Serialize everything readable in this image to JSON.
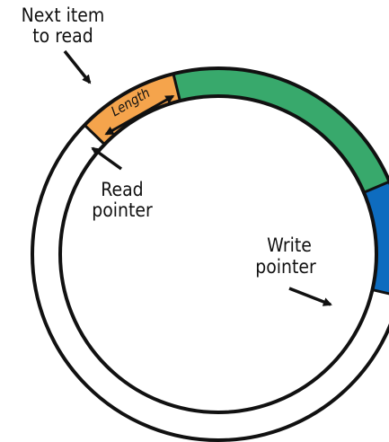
{
  "labels": {
    "next_item_line1": "Next item",
    "next_item_line2": "to read",
    "length": "Length",
    "read_line1": "Read",
    "read_line2": "pointer",
    "write_line1": "Write",
    "write_line2": "pointer"
  },
  "colors": {
    "length_segment": "#f5a44c",
    "data_segment": "#38a96c",
    "write_segment": "#0e6cbf",
    "ring_stroke": "#111111",
    "background": "#ffffff"
  }
}
